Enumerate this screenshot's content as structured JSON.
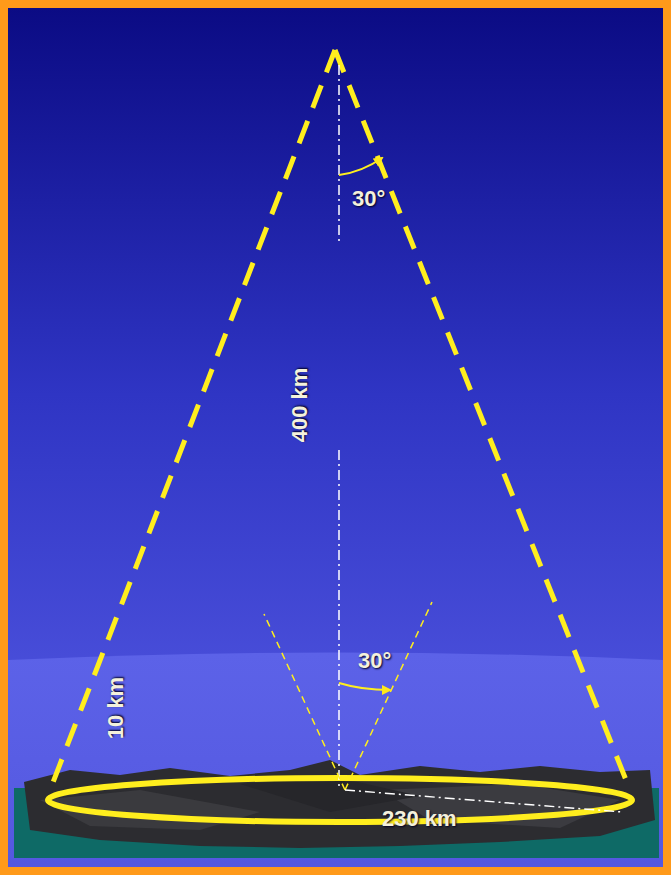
{
  "diagram": {
    "labels": [
      "30°",
      "400 km",
      "30°",
      "10 km",
      "230 km"
    ]
  }
}
